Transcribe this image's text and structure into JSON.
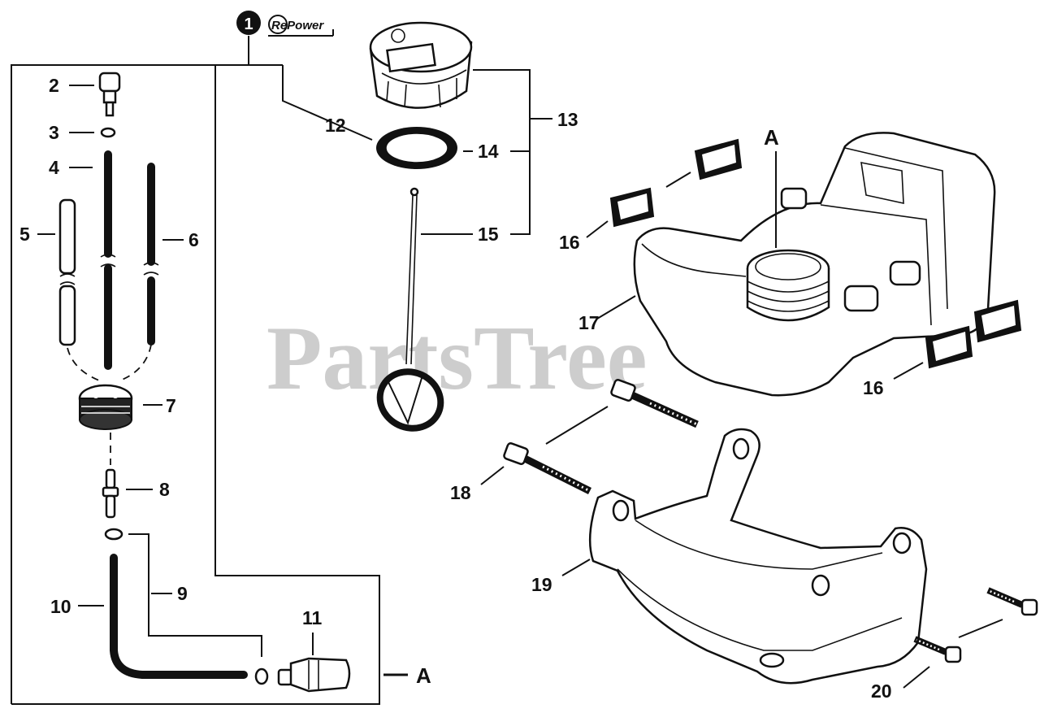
{
  "watermark": "PartsTree",
  "kit": {
    "number": "1",
    "brand": "RePower"
  },
  "labels": {
    "p2": "2",
    "p3": "3",
    "p4": "4",
    "p5": "5",
    "p6": "6",
    "p7": "7",
    "p8": "8",
    "p9": "9",
    "p10": "10",
    "p11": "11",
    "p12": "12",
    "p13": "13",
    "p14": "14",
    "p15": "15",
    "p16a": "16",
    "p16b": "16",
    "p17": "17",
    "p18": "18",
    "p19": "19",
    "p20": "20",
    "ref_a_top": "A",
    "ref_a_bottom": "A"
  }
}
